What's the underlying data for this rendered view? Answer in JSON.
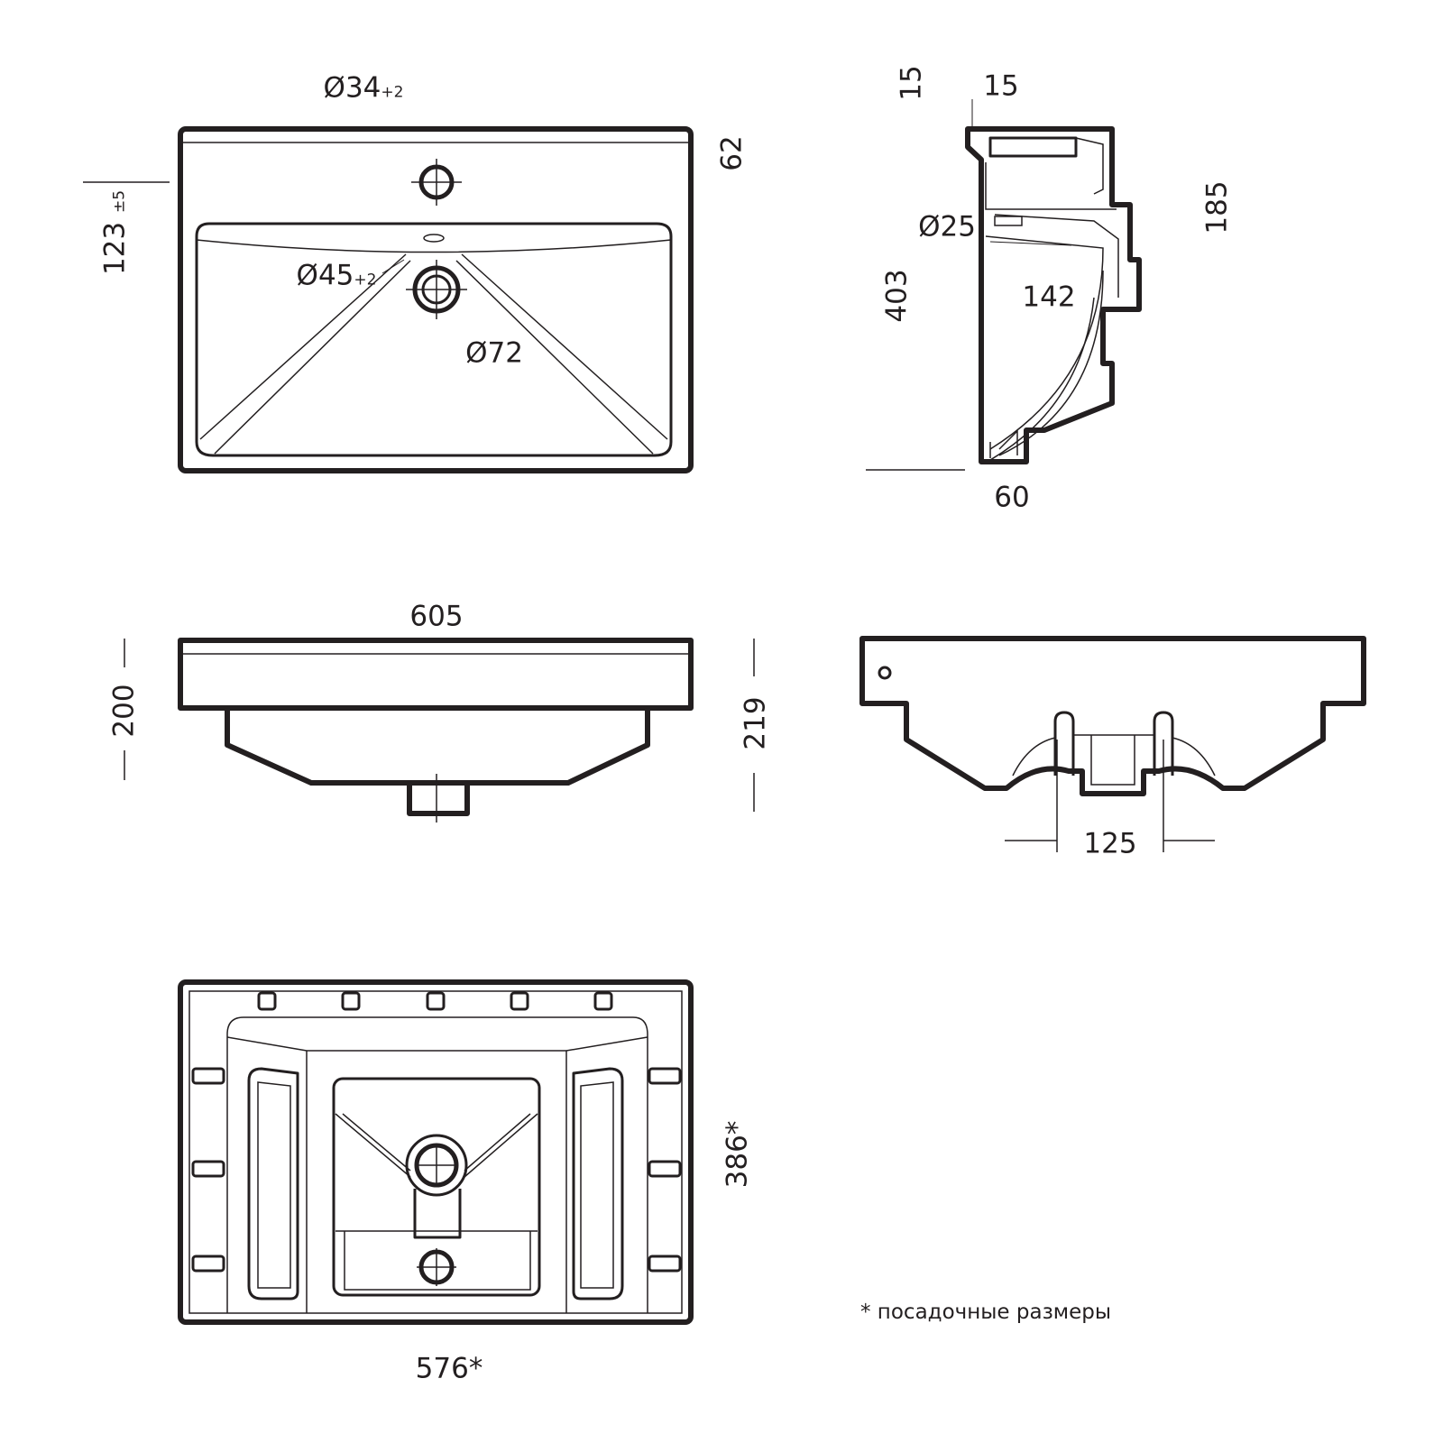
{
  "top_view": {
    "tap_hole": "Ø34",
    "tap_hole_tol": "+2",
    "overflow_height": "123",
    "overflow_height_tol": "±5",
    "rim_depth": "62",
    "drain_hole": "Ø45",
    "drain_hole_tol": "+2",
    "drain_bowl": "Ø72"
  },
  "side_section": {
    "top_offset_a": "15",
    "top_offset_b": "15",
    "height_right": "185",
    "overflow_dia": "Ø25",
    "total_height": "403",
    "inner_height": "142",
    "bottom_width": "60"
  },
  "front_view": {
    "width": "605",
    "height_left": "200",
    "height_right": "219"
  },
  "rear_view": {
    "bracket_spacing": "125"
  },
  "bottom_view": {
    "mount_height": "386*",
    "mount_width": "576*"
  },
  "footnote": "* посадочные размеры"
}
